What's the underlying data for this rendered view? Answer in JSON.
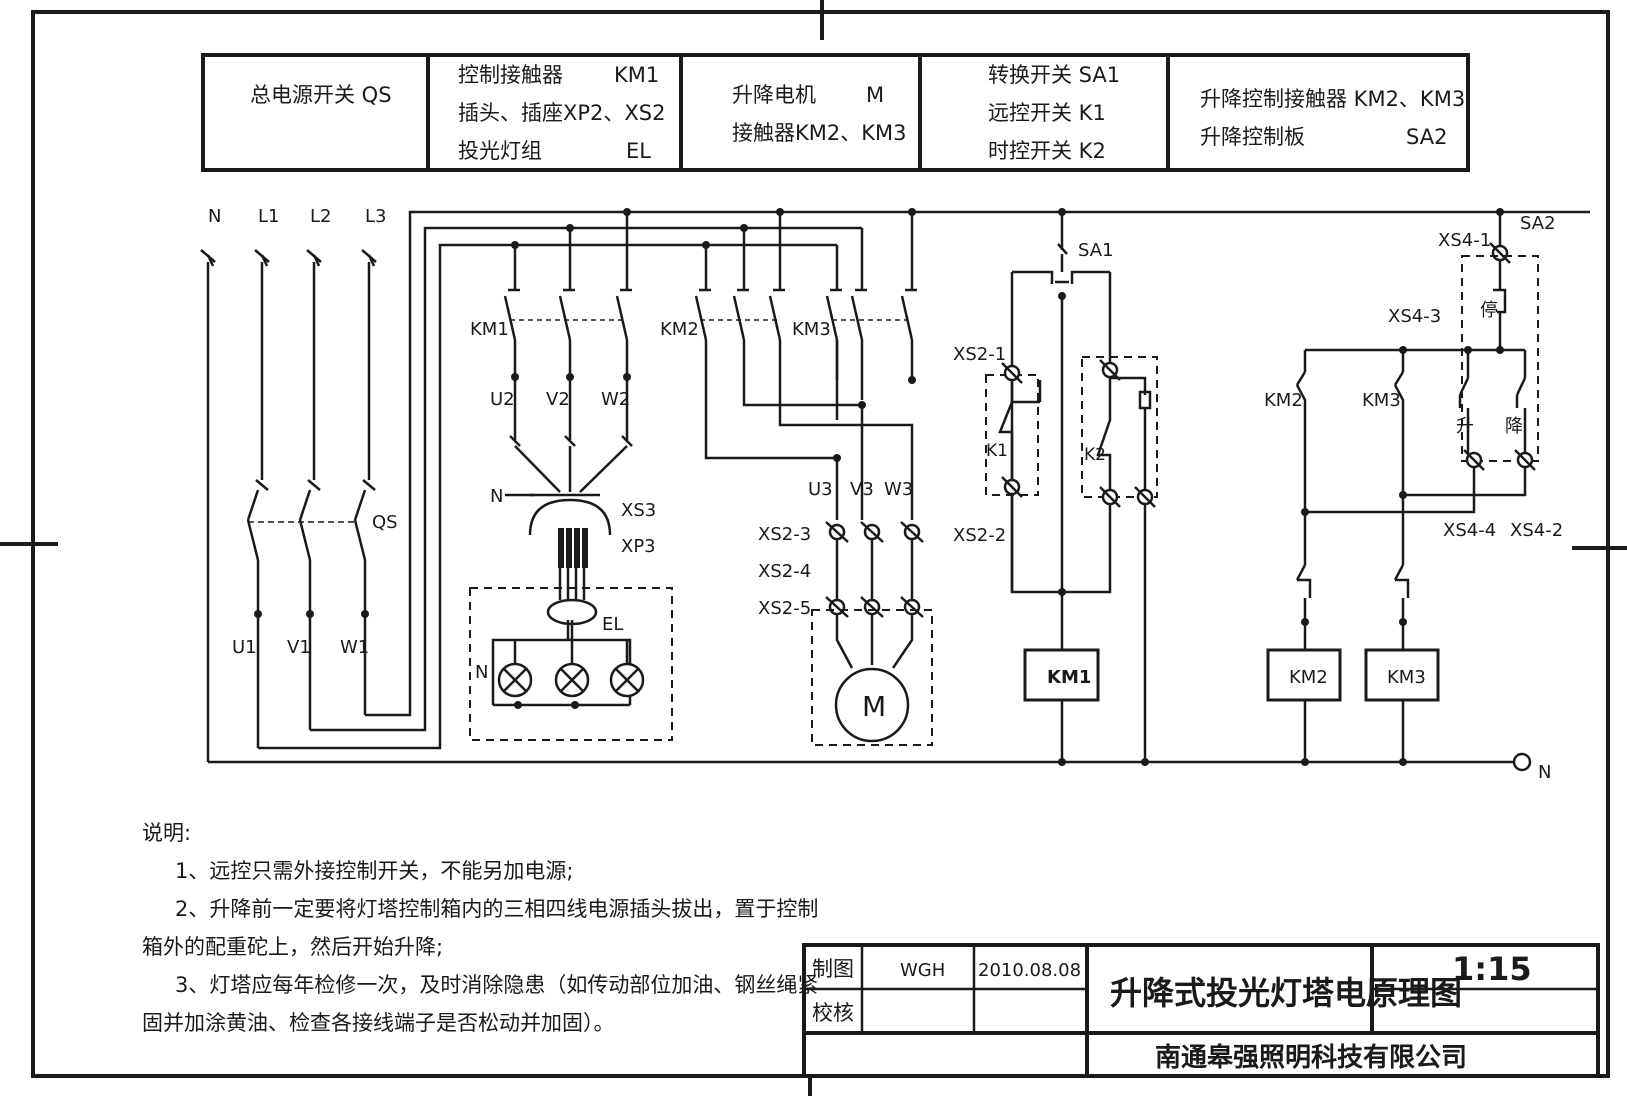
{
  "header_table": {
    "cell1": {
      "line1": "总电源开关 QS"
    },
    "cell2": {
      "line1": "控制接触器",
      "line1_code": "KM1",
      "line2": "插头、插座XP2、XS2",
      "line3": "投光灯组",
      "line3_code": "EL"
    },
    "cell3": {
      "line1": "升降电机",
      "line1_code": "M",
      "line2": "接触器KM2、KM3"
    },
    "cell4": {
      "line1": "转换开关 SA1",
      "line2": "远控开关  K1",
      "line3": "时控开关  K2"
    },
    "cell5": {
      "line1": "升降控制接触器 KM2、KM3",
      "line2": "升降控制板",
      "line2_code": "SA2"
    }
  },
  "diagram": {
    "supply": {
      "n": "N",
      "l1": "L1",
      "l2": "L2",
      "l3": "L3"
    },
    "switch_qs": "QS",
    "outputs": {
      "u1": "U1",
      "v1": "V1",
      "w1": "W1"
    },
    "km1": "KM1",
    "km2": "KM2",
    "km3": "KM3",
    "lamp_terms": {
      "u2": "U2",
      "v2": "V2",
      "w2": "W2",
      "n": "N"
    },
    "xs3": "XS3",
    "xp3": "XP3",
    "el": "EL",
    "el_n": "N",
    "motor_terms": {
      "u3": "U3",
      "v3": "V3",
      "w3": "W3"
    },
    "xs2_3": "XS2-3",
    "xs2_4": "XS2-4",
    "xs2_5": "XS2-5",
    "motor": "M",
    "sa1": "SA1",
    "xs2_1": "XS2-1",
    "xs2_2": "XS2-2",
    "k1": "K1",
    "k2": "K2",
    "coil_km1": "KM1",
    "sa2": "SA2",
    "xs4_1": "XS4-1",
    "xs4_3": "XS4-3",
    "xs4_4": "XS4-4",
    "xs4_2": "XS4-2",
    "stop": "停",
    "up": "升",
    "down": "降",
    "ctrl_km2": "KM2",
    "ctrl_km3": "KM3",
    "coil_km2": "KM2",
    "coil_km3": "KM3",
    "neutral_end": "N"
  },
  "notes": {
    "title": "说明:",
    "n1": "1、远控只需外接控制开关，不能另加电源;",
    "n2a": "2、升降前一定要将灯塔控制箱内的三相四线电源插头拔出，置于控制",
    "n2b": "箱外的配重砣上，然后开始升降;",
    "n3a": "3、灯塔应每年检修一次，及时消除隐患（如传动部位加油、钢丝绳紧",
    "n3b": "固并加涂黄油、检查各接线端子是否松动并加固）。"
  },
  "title_block": {
    "drawn_label": "制图",
    "drawn_by": "WGH",
    "date": "2010.08.08",
    "check_label": "校核",
    "title": "升降式投光灯塔电原理图",
    "scale": "1:15",
    "company": "南通皋强照明科技有限公司"
  }
}
